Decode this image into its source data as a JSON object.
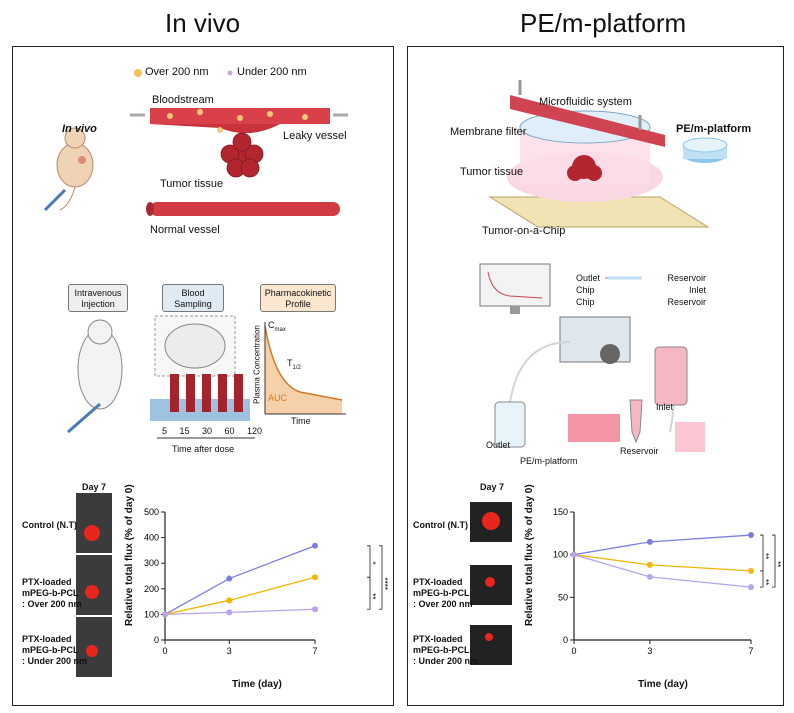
{
  "titles": {
    "left": "In vivo",
    "right": "PE/m-platform"
  },
  "left": {
    "legend_large": "Over 200 nm",
    "legend_small": "Under 200 nm",
    "bloodstream": "Bloodstream",
    "invivo": "In vivo",
    "leaky": "Leaky vessel",
    "tumor": "Tumor tissue",
    "normal": "Normal vessel",
    "steps": [
      "Intravenous Injection",
      "Blood Sampling",
      "Pharmacokinetic Profile"
    ],
    "cmax": "C",
    "cmax_sub": "max",
    "t_half": "T",
    "t_half_sub": "1/2",
    "auc": "AUC",
    "pk_ylabel": "Plasma Concentration",
    "pk_xlabel": "Time",
    "timepoints": [
      "5",
      "15",
      "30",
      "60",
      "120"
    ],
    "time_after": "Time after dose",
    "day7": "Day 7",
    "groups": [
      "Control (N.T)",
      "PTX-loaded",
      "mPEG-b-PCL",
      ": Over 200 nm",
      "PTX-loaded",
      "mPEG-b-PCL",
      ": Under 200 nm"
    ]
  },
  "right": {
    "microfluidic": "Microfluidic system",
    "membrane": "Membrane filter",
    "tumor": "Tumor tissue",
    "chip": "Tumor-on-a-Chip",
    "pem": "PE/m-platform",
    "flow_legend": [
      {
        "left": "Outlet",
        "right": "Reservoir"
      },
      {
        "left": "Chip",
        "right": "Inlet"
      },
      {
        "left": "Chip",
        "right": "Reservoir"
      }
    ],
    "outlet": "Outlet",
    "inlet": "Inlet",
    "reservoir": "Reservoir",
    "pem_bottom": "PE/m-platform",
    "day7": "Day 7",
    "groups": [
      "Control (N.T)",
      "PTX-loaded",
      "mPEG-b-PCL",
      ": Over 200 nm",
      "PTX-loaded",
      "mPEG-b-PCL",
      ": Under 200 nm"
    ]
  },
  "chart_data": [
    {
      "type": "line",
      "x": [
        0,
        3,
        7
      ],
      "xlabel": "Time (day)",
      "ylabel": "Relative total flux (% of day 0)",
      "ylim": [
        0,
        500
      ],
      "yticks": [
        0,
        100,
        200,
        300,
        400,
        500
      ],
      "xticks": [
        0,
        3,
        7
      ],
      "series": [
        {
          "color": "#7b7fe0",
          "values": [
            100,
            240,
            368
          ]
        },
        {
          "color": "#f2b705",
          "values": [
            100,
            155,
            245
          ]
        },
        {
          "color": "#b9a3ee",
          "values": [
            100,
            108,
            120
          ]
        }
      ],
      "significance": [
        "*",
        "**",
        "****"
      ]
    },
    {
      "type": "line",
      "x": [
        0,
        3,
        7
      ],
      "xlabel": "Time (day)",
      "ylabel": "Relative total flux (% of day 0)",
      "ylim": [
        0,
        150
      ],
      "yticks": [
        0,
        50,
        100,
        150
      ],
      "xticks": [
        0,
        3,
        7
      ],
      "series": [
        {
          "color": "#7b7fe0",
          "values": [
            100,
            115,
            123
          ]
        },
        {
          "color": "#f2b705",
          "values": [
            100,
            88,
            81
          ]
        },
        {
          "color": "#b9a3ee",
          "values": [
            100,
            74,
            62
          ]
        }
      ],
      "significance": [
        "**",
        "**",
        "**"
      ]
    }
  ]
}
